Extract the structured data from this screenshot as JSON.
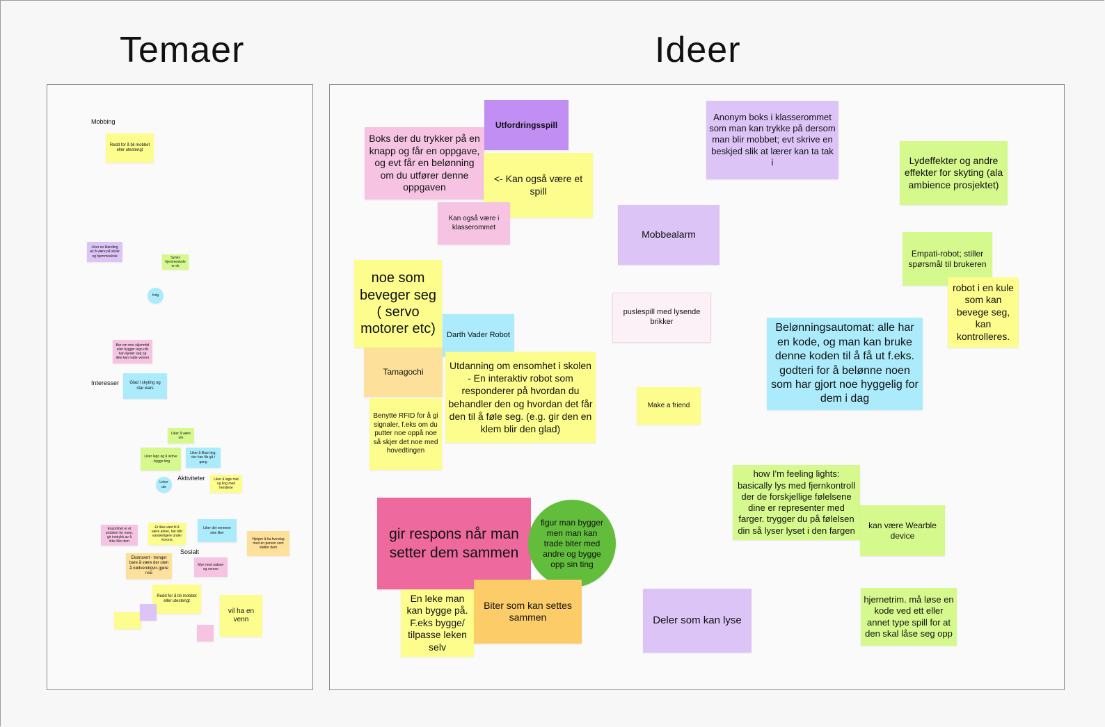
{
  "headings": {
    "left": "Temaer",
    "right": "Ideer"
  },
  "left": {
    "labels": {
      "mobbing": "Mobbing",
      "interesser": "Interesser",
      "aktiviteter": "Aktiviteter",
      "sosialt": "Sosialt"
    },
    "notes": {
      "redd1": "Redd for å bli mobbet eller utestengt",
      "liker_blanding": "Liker en blanding av å være på skole og hjemmeskole",
      "synes_skole": "Synes hjemmeskole er ok",
      "circle1": "Ivrig",
      "ber_om": "Ber om mer skjermtid eller bygger lego når han kjeder seg og ikke kan møte venner",
      "glad_skyting": "Glad i skyting og star wars",
      "lite_ute": "Liker å være ute",
      "liker_lego": "Liker lego og å skrive - bygge ting",
      "liker_tv": "Liker å fikse ting, der han får gå i gang",
      "circle2": "Leker ute",
      "liker_mat": "Liker å lage mat og ting med hendene",
      "ensomhet": "Ensomhet er et problem for noen, gir inntrykk av å ikke like dem",
      "er_ikke_vant": "Er ikke vant til å være alene, har blitt vanskeligere under korona",
      "liker_venner": "Liker det vennene sine liker",
      "hjelper": "Hjelper å ha hverdag med en person som støtter dem",
      "ekstrovert": "Ekstrovert - trenger bare å være der uten å nødvendigvis gjøre noe",
      "mye_med": "Mye med naboer og venner",
      "redd2": "Redd for å bli mobbet eller utestengt",
      "vil_ha": "vil ha en venn"
    }
  },
  "right": {
    "notes": {
      "utfordringsspill": "Utfordringsspill",
      "boks": "Boks der du trykker på en knapp og får en oppgave, og evt får en belønning om du utfører denne oppgaven",
      "kan_spill": "<- Kan også være et spill",
      "kan_klasserom": "Kan også være i klasserommet",
      "anonym": "Anonym boks i klasserommet som man kan trykke på dersom man blir mobbet; evt skrive en beskjed slik at lærer kan ta tak i",
      "lydeffekter": "Lydeffekter og andre effekter for skyting (ala ambience prosjektet)",
      "mobbealarm": "Mobbealarm",
      "empati": "Empati-robot; stiller spørsmål til brukeren",
      "robot_kule": "robot i en kule som kan bevege seg, kan kontrolleres.",
      "noe_som": "noe som beveger seg ( servo motorer etc)",
      "puslespill": "puslespill med lysende brikker",
      "darth": "Darth Vader Robot",
      "belonning": "Belønningsautomat: alle har en kode, og man kan bruke denne koden til å få ut f.eks. godteri for å belønne noen som har gjort noe hyggelig for dem i dag",
      "tamagochi": "Tamagochi",
      "utdanning": "Utdanning om ensomhet i skolen - En interaktiv robot som responderer på hvordan du behandler den og hvordan det får den til å føle seg. (e.g. gir den en klem blir den glad)",
      "make_friend": "Make a friend",
      "rfid": "Benytte RFID for å gi signaler, f.eks om du putter noe oppå noe så skjer det noe med hovedtingen",
      "feeling": "how I'm feeling lights: basically lys med fjernkontroll der de forskjellige følelsene dine er representer med farger. trygger du på følelsen din så lyser lyset i den fargen",
      "wearble": "kan være Wearble device",
      "gir_respons": "gir respons når man setter dem sammen",
      "figur": "figur man bygger men man kan trade biter med andre og bygge opp sin ting",
      "en_leke": "En leke man kan bygge på. F.eks bygge/ tilpasse leken selv",
      "biter": "Biter som kan settes sammen",
      "deler": "Deler som kan lyse",
      "hjernetrim": "hjernetrim. må løse en kode ved ett eller annet type spill for at den skal låse seg opp"
    }
  }
}
